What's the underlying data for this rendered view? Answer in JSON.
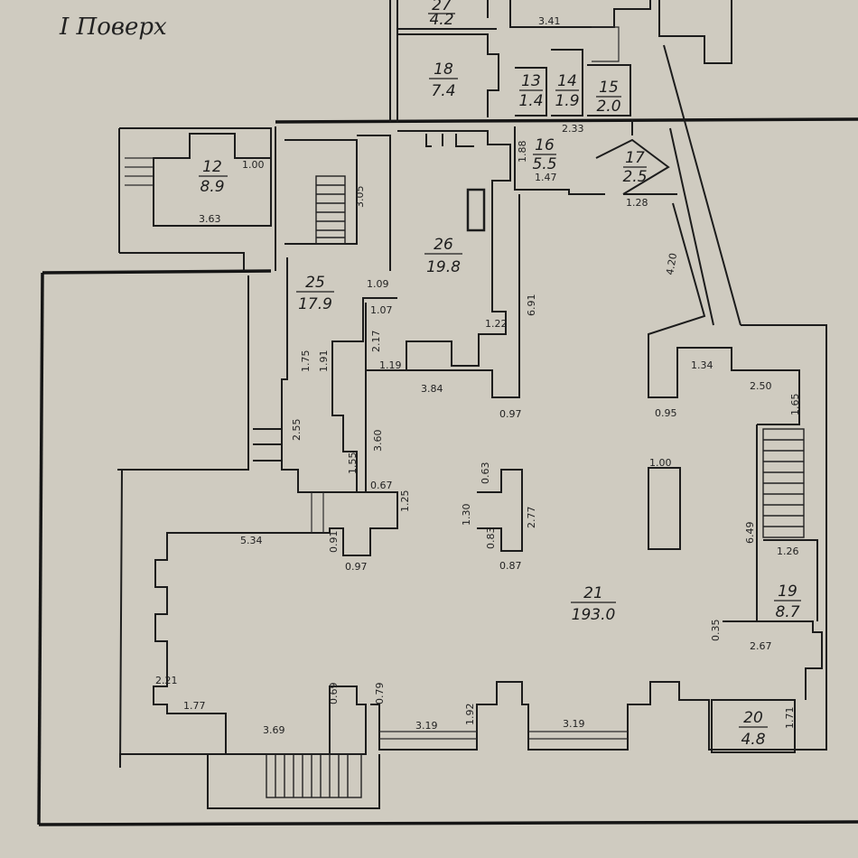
{
  "floor_title": "I Поверх",
  "colors": {
    "paper": "#cfcbc0",
    "ink": "#1c1c1c"
  },
  "rooms": [
    {
      "id": "room-12",
      "number": "12",
      "area": "8.9"
    },
    {
      "id": "room-13",
      "number": "13",
      "area": "1.4"
    },
    {
      "id": "room-14",
      "number": "14",
      "area": "1.9"
    },
    {
      "id": "room-15",
      "number": "15",
      "area": "2.0"
    },
    {
      "id": "room-16",
      "number": "16",
      "area": "5.5"
    },
    {
      "id": "room-17",
      "number": "17",
      "area": "2.5"
    },
    {
      "id": "room-18",
      "number": "18",
      "area": "7.4"
    },
    {
      "id": "room-19",
      "number": "19",
      "area": "8.7"
    },
    {
      "id": "room-20",
      "number": "20",
      "area": "4.8"
    },
    {
      "id": "room-21",
      "number": "21",
      "area": "193.0"
    },
    {
      "id": "room-25",
      "number": "25",
      "area": "17.9"
    },
    {
      "id": "room-26",
      "number": "26",
      "area": "19.8"
    },
    {
      "id": "room-27",
      "number": "27",
      "area": "4.2"
    }
  ],
  "dimensions": [
    "1.00",
    "3.63",
    "3.05",
    "1.09",
    "1.07",
    "2.17",
    "1.19",
    "1.22",
    "6.91",
    "3.84",
    "0.97",
    "1.75",
    "1.91",
    "2.55",
    "3.60",
    "1.55",
    "0.67",
    "1.25",
    "5.34",
    "0.91",
    "0.97",
    "1.30",
    "0.63",
    "2.77",
    "0.83",
    "0.87",
    "1.00",
    "1.34",
    "2.50",
    "1.65",
    "0.95",
    "6.49",
    "1.26",
    "0.35",
    "2.67",
    "2.21",
    "1.77",
    "3.69",
    "0.69",
    "0.79",
    "3.19",
    "1.92",
    "3.19",
    "1.71",
    "1.88",
    "2.33",
    "1.47",
    "1.28",
    "4.20",
    "3.41"
  ]
}
